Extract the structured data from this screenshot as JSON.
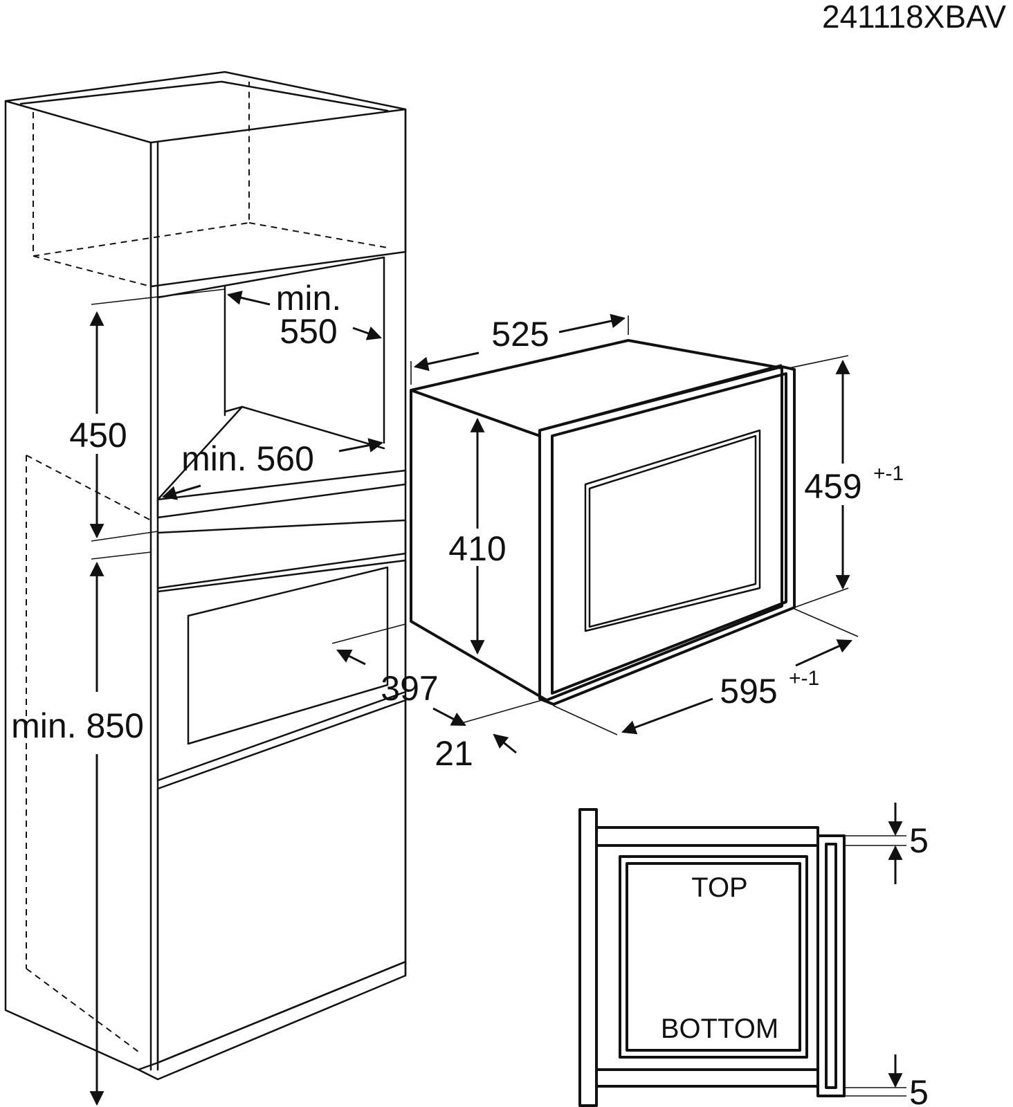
{
  "doc_code": "241118XBAV",
  "labels": {
    "min550_line1": "min.",
    "min550_line2": "550",
    "d450": "450",
    "min560": "min. 560",
    "min850": "min. 850",
    "d525": "525",
    "d410": "410",
    "d459": "459",
    "d459_tol": "+-1",
    "d397": "397",
    "d21": "21",
    "d595": "595",
    "d595_tol": "+-1",
    "top": "TOP",
    "bottom": "BOTTOM",
    "gap_top": "5",
    "gap_bottom": "5"
  },
  "colors": {
    "line": "#111111",
    "background": "#ffffff"
  }
}
